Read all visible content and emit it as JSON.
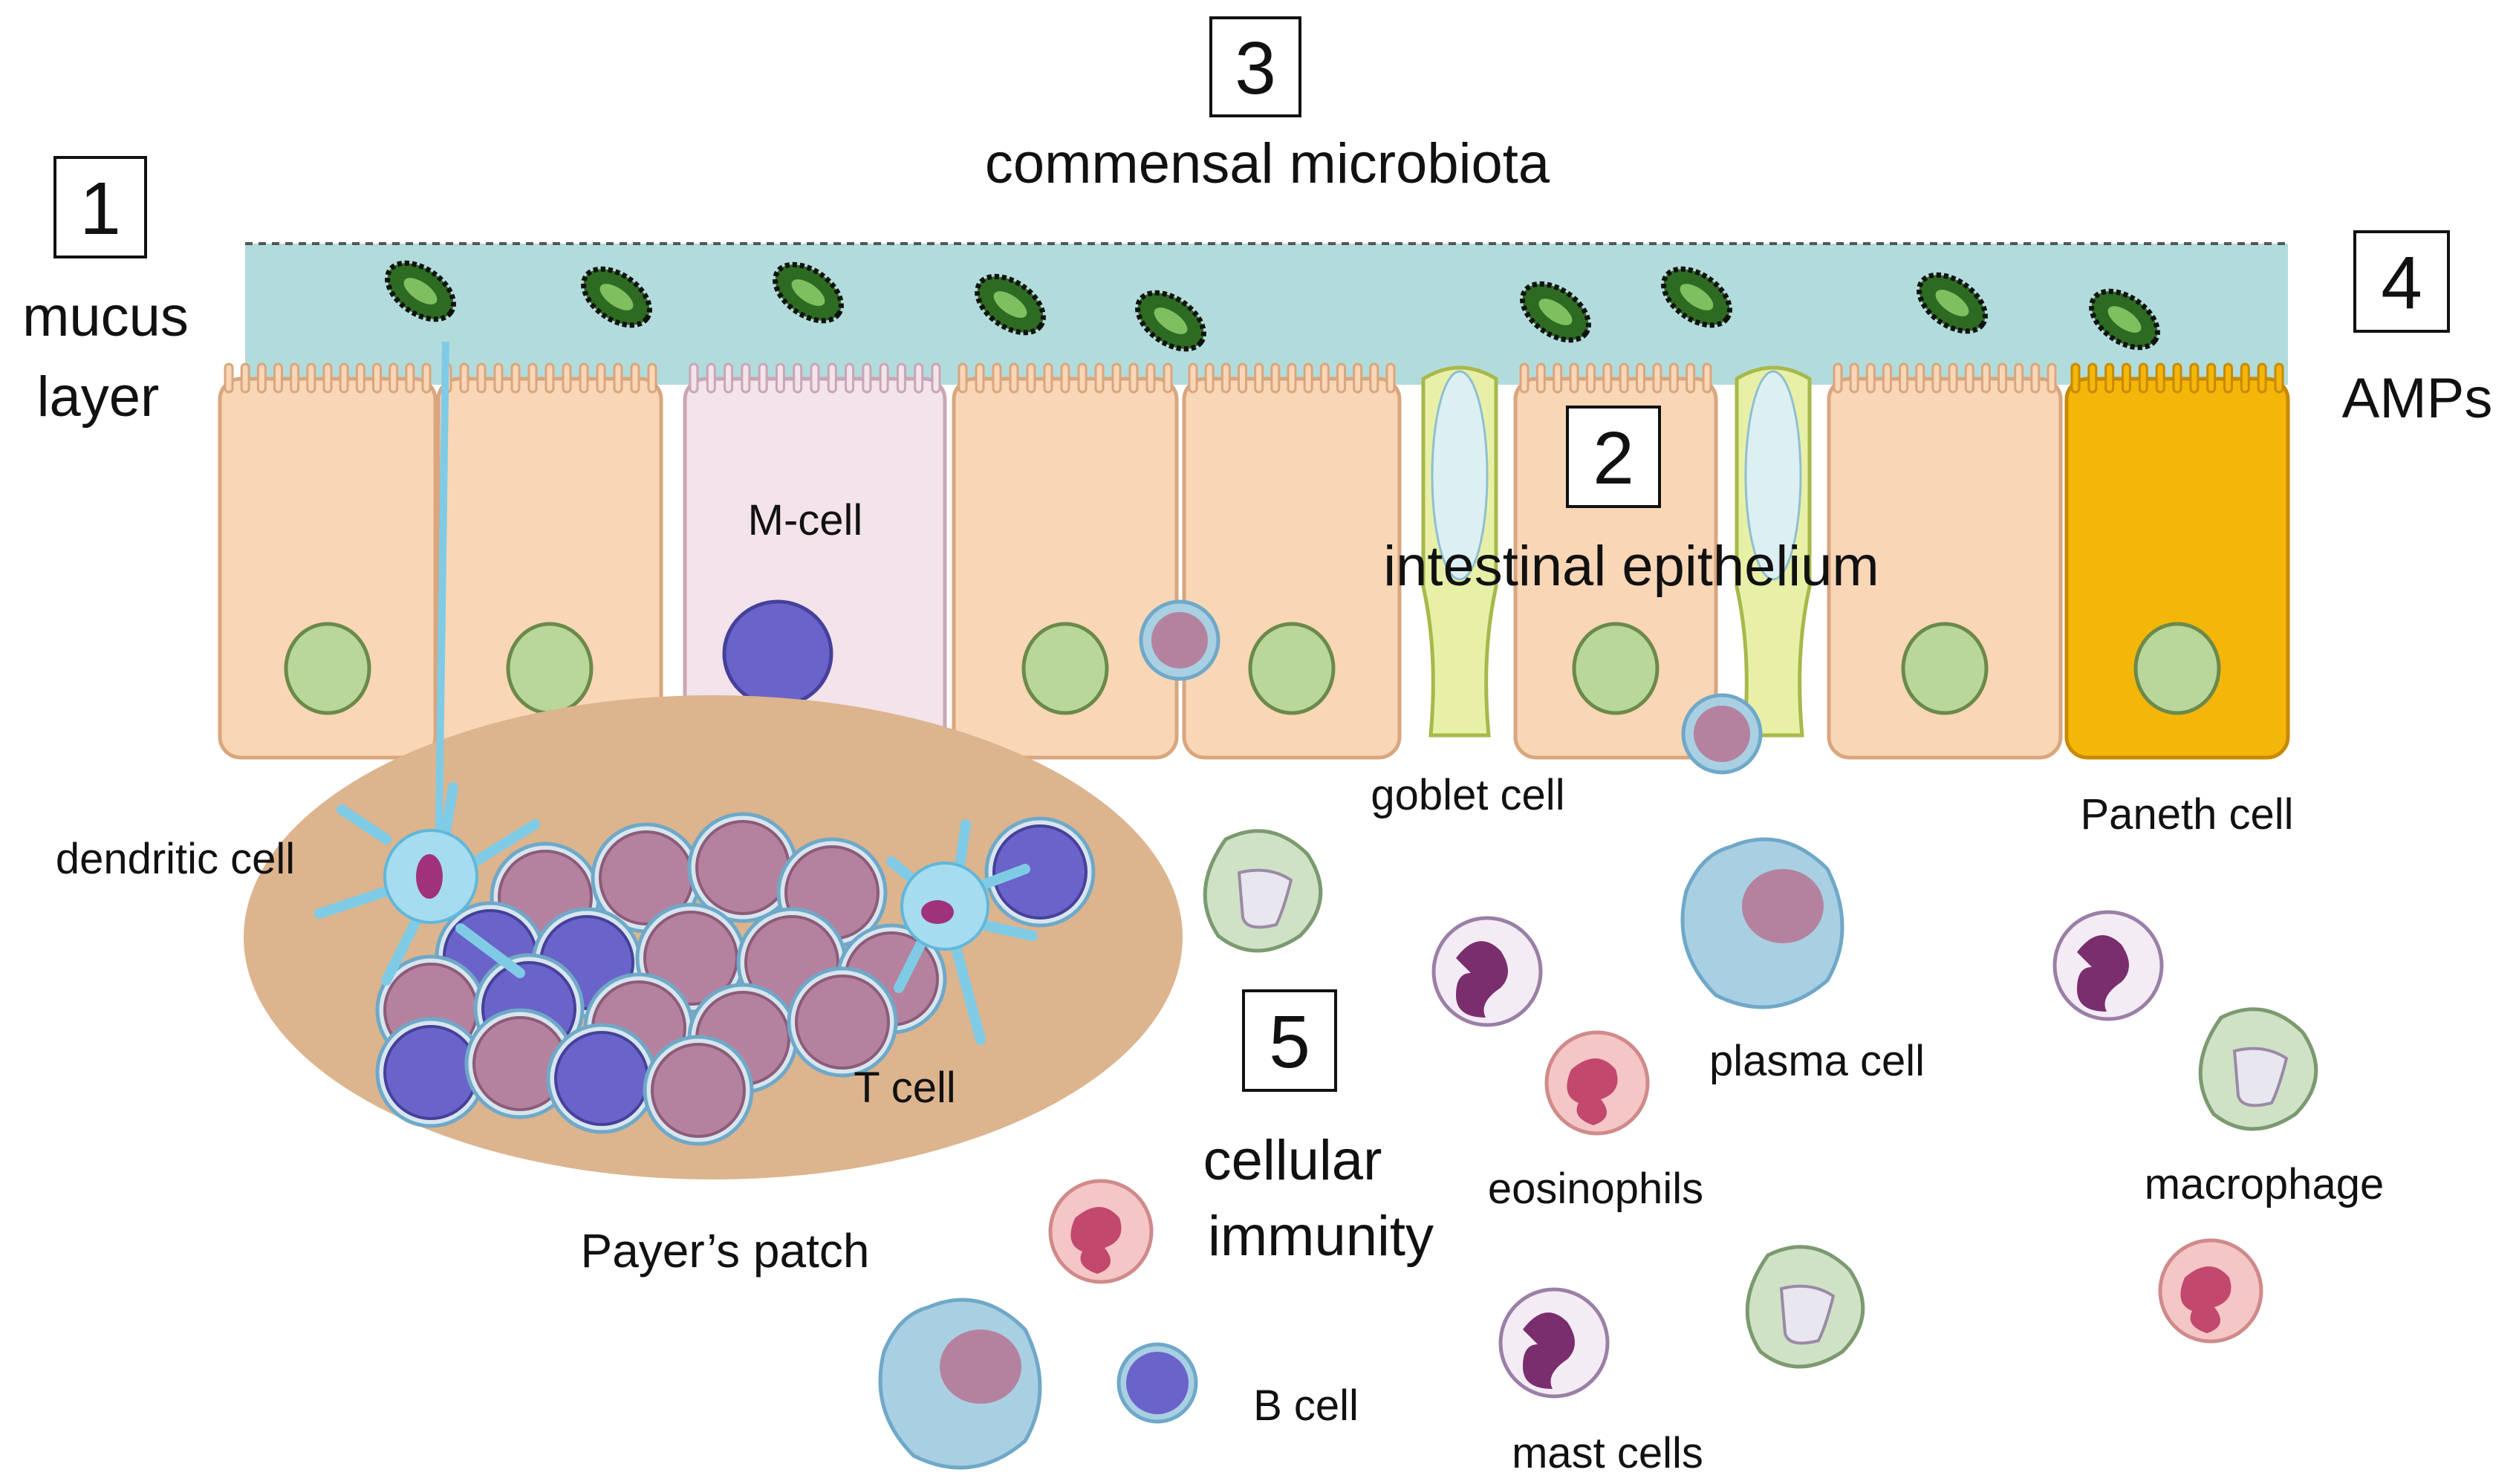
{
  "numbers": {
    "n1": "1",
    "n2": "2",
    "n3": "3",
    "n4": "4",
    "n5": "5"
  },
  "labels": {
    "mucus_layer_line1": "mucus",
    "mucus_layer_line2": "layer",
    "commensal_microbiota": "commensal microbiota",
    "amps": "AMPs",
    "m_cell": "M-cell",
    "intestinal_epithelium": "intestinal epithelium",
    "goblet_cell": "goblet cell",
    "paneth_cell": "Paneth cell",
    "dendritic_cell": "dendritic cell",
    "t_cell": "T cell",
    "payers_patch": "Payer’s patch",
    "cellular_immunity_line1": "cellular",
    "cellular_immunity_line2": "immunity",
    "eosinophils": "eosinophils",
    "plasma_cell": "plasma cell",
    "macrophage": "macrophage",
    "b_cell": "B cell",
    "mast_cells": "mast cells"
  },
  "colors": {
    "mucus": "#b2dcdc",
    "enterocyte": "#f9d6b6",
    "enterocyte_nucleus": "#b9d79a",
    "m_cell": "#f3e3ea",
    "goblet": "#e8f0a8",
    "paneth": "#f5b60a",
    "payers_patch": "#dcb48e",
    "t_cell": "#b4829f",
    "b_cell": "#6a63c9",
    "dendritic": "#7fcbe6",
    "bacteria": "#2e6b22",
    "macrophage": "#cfe2c6",
    "eosinophil": "#f5c6c6",
    "mast": "#f3ecf4",
    "plasma": "#a9cfe2"
  }
}
